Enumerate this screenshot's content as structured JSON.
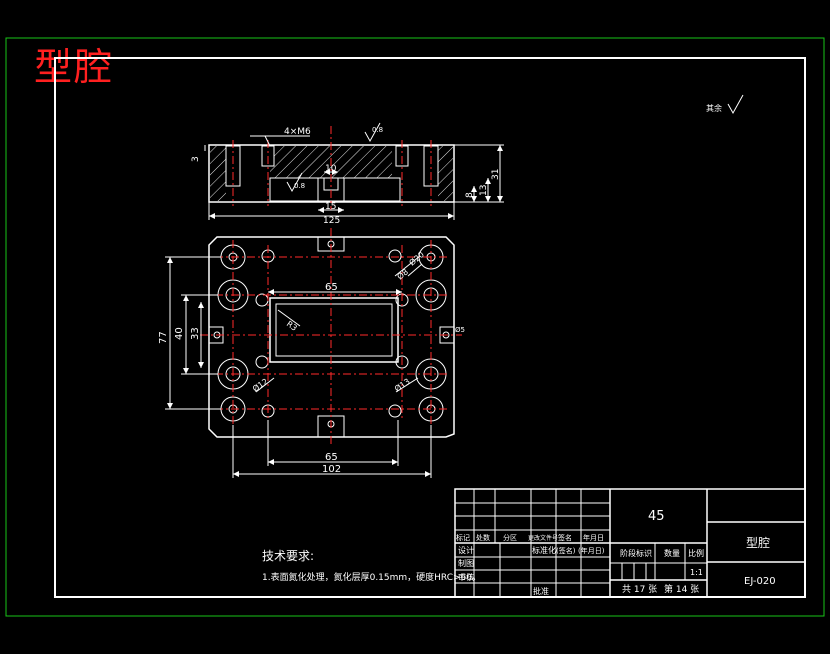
{
  "drawing": {
    "big_title": "型腔",
    "roughness_note": "其余",
    "tech": {
      "heading": "技术要求:",
      "line1": "1.表面氮化处理，氮化层厚0.15mm，硬度HRC>60。"
    },
    "top_view": {
      "thread_label": "4×M6",
      "roughness": "0.8",
      "roughness_inner": "0.8",
      "dim_3": "3",
      "dim_10": "10",
      "dim_15": "15",
      "dim_125": "125",
      "dim_8": "8",
      "dim_13": "13",
      "dim_31": "31"
    },
    "plan_view": {
      "dim_77": "77",
      "dim_40": "40",
      "dim_33": "33",
      "dim_65_top": "65",
      "dim_65_bottom": "65",
      "dim_102": "102",
      "r3": "R3",
      "d8": "Ø8",
      "d20": "Ø20",
      "d12": "Ø12",
      "d13": "Ø13",
      "side_label": "Ø5"
    },
    "title_block": {
      "hdr_mark": "标记",
      "hdr_count": "处数",
      "hdr_zone": "分区",
      "hdr_doc": "更改文件号",
      "hdr_sign": "签名",
      "hdr_date": "年月日",
      "r_design": "设计",
      "r_std": "标准化",
      "r_std_sign": "(签名)",
      "r_std_date": "(年月日)",
      "r_draw": "制图",
      "r_check": "审核",
      "r_approve": "批准",
      "stage_mark": "阶段标识",
      "weight": "数量",
      "scale_h": "比例",
      "scale": "1:1",
      "sheets_total": "共 17 张",
      "sheet_no": "第 14 张",
      "material": "45",
      "part_name": "型腔",
      "drawing_no": "EJ-020"
    }
  }
}
